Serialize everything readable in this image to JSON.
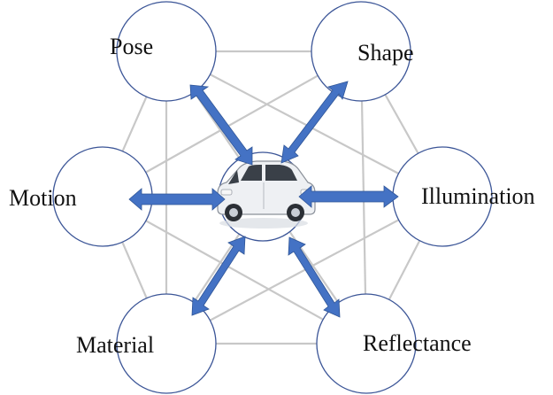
{
  "labels": {
    "pose": "Pose",
    "shape": "Shape",
    "motion": "Motion",
    "illumination": "Illumination",
    "material": "Material",
    "reflectance": "Reflectance"
  },
  "center": {
    "icon": "car-icon"
  },
  "colors": {
    "node_stroke": "#3b5597",
    "connector": "#c8c8c8",
    "arrow_fill": "#4472c4",
    "arrow_stroke": "#2f5597",
    "car_body": "#eef0f3"
  }
}
